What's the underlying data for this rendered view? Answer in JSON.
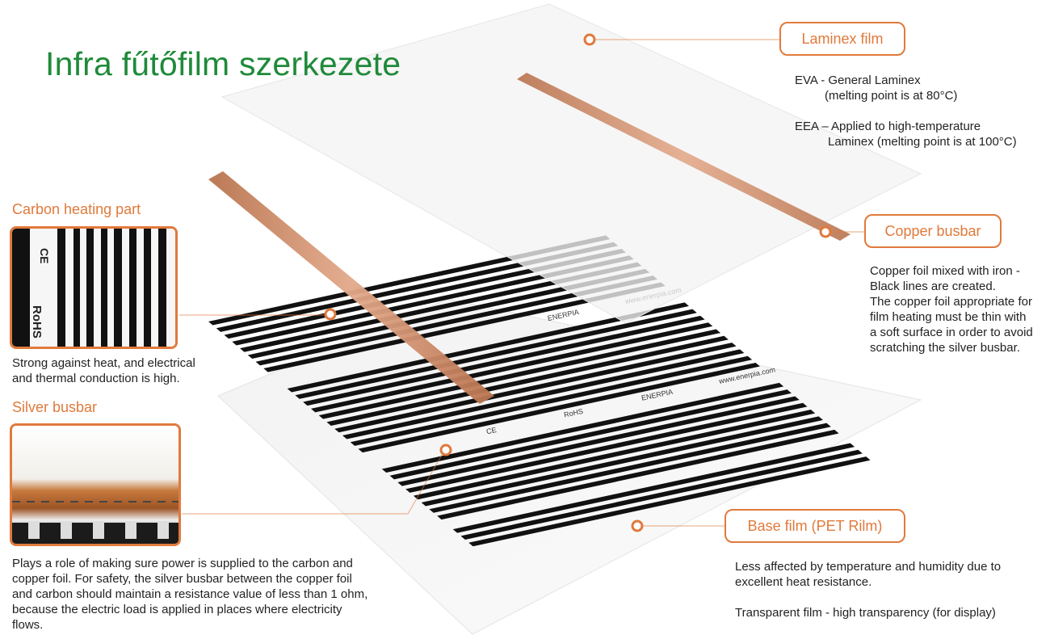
{
  "title": "Infra fűtőfilm szerkezete",
  "carbon": {
    "label": "Carbon heating part",
    "desc": [
      "Strong against heat, and electrical",
      "and thermal conduction is high."
    ],
    "photo_marks": [
      "CE",
      "RoHS"
    ]
  },
  "silver": {
    "label": "Silver busbar",
    "desc": [
      "Plays a role of making sure power is supplied to the carbon and",
      "copper foil.  For safety, the silver busbar between the copper foil",
      "and carbon should maintain a resistance value of less than 1 ohm,",
      "because the electric load is applied in places where electricity",
      "flows."
    ]
  },
  "laminex": {
    "label": "Laminex film",
    "eva": [
      "EVA - General Laminex",
      "(melting point is at 80°C)"
    ],
    "eea": [
      "EEA – Applied to high-temperature",
      "Laminex (melting point is at 100°C)"
    ]
  },
  "copper": {
    "label": "Copper busbar",
    "desc": [
      "Copper foil mixed with iron -",
      "Black lines are created.",
      "The copper foil appropriate for",
      "film heating must be thin with",
      "a soft surface in order to avoid",
      "scratching the silver busbar."
    ]
  },
  "base": {
    "label": "Base film (PET Rilm)",
    "desc1": [
      "Less affected by temperature and humidity due to",
      "excellent heat resistance."
    ],
    "desc2": "Transparent film - high transparency (for display)"
  },
  "film_print": {
    "url": "www.enerpia.com",
    "brand": "ENERPIA",
    "rohs": "RoHS",
    "ce": "CE"
  },
  "colors": {
    "accent": "#e07a3c",
    "title_green": "#1f8a3a",
    "copper": "#c98a6a",
    "carbon_stripe": "#111111"
  }
}
